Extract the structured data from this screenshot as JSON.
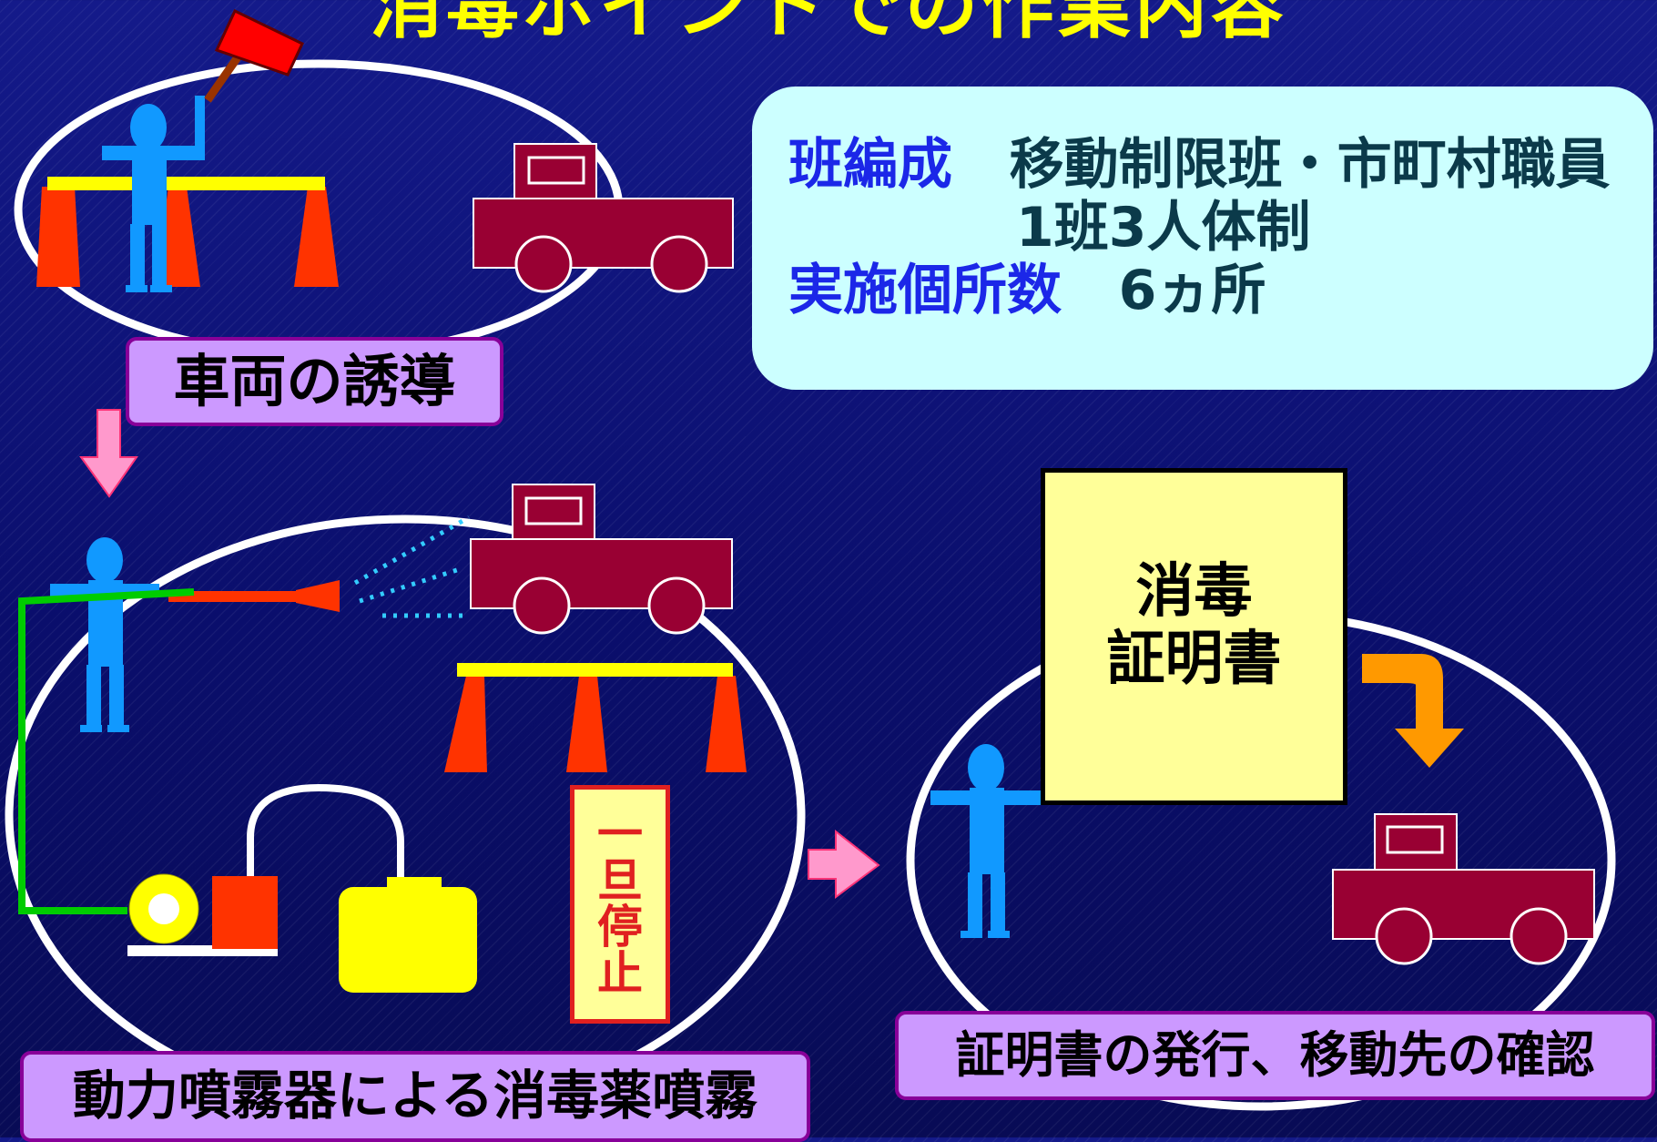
{
  "title": "消毒ポイントでの作業内容",
  "info": {
    "team_label": "班編成",
    "team_value": "移動制限班・市町村職員",
    "team_sub": "1班3人体制",
    "sites_label": "実施個所数",
    "sites_value": "6ヵ所"
  },
  "steps": [
    {
      "label": "車両の誘導"
    },
    {
      "label": "動力噴霧器による消毒薬噴霧"
    },
    {
      "label": "証明書の発行、移動先の確認"
    }
  ],
  "certificate": {
    "line1": "消毒",
    "line2": "証明書"
  },
  "stop_sign": {
    "chars": [
      "一",
      "旦",
      "停",
      "止"
    ]
  },
  "colors": {
    "background": "#0d1175",
    "title": "#ffff00",
    "info_box": "#ccffff",
    "label_box": "#cc99ff",
    "vehicle": "#990033",
    "person": "#1199ff",
    "cone": "#ff3300",
    "barrier": "#ffff00",
    "hose": "#00cc00",
    "tank": "#ffff00",
    "certificate": "#ffff99"
  }
}
